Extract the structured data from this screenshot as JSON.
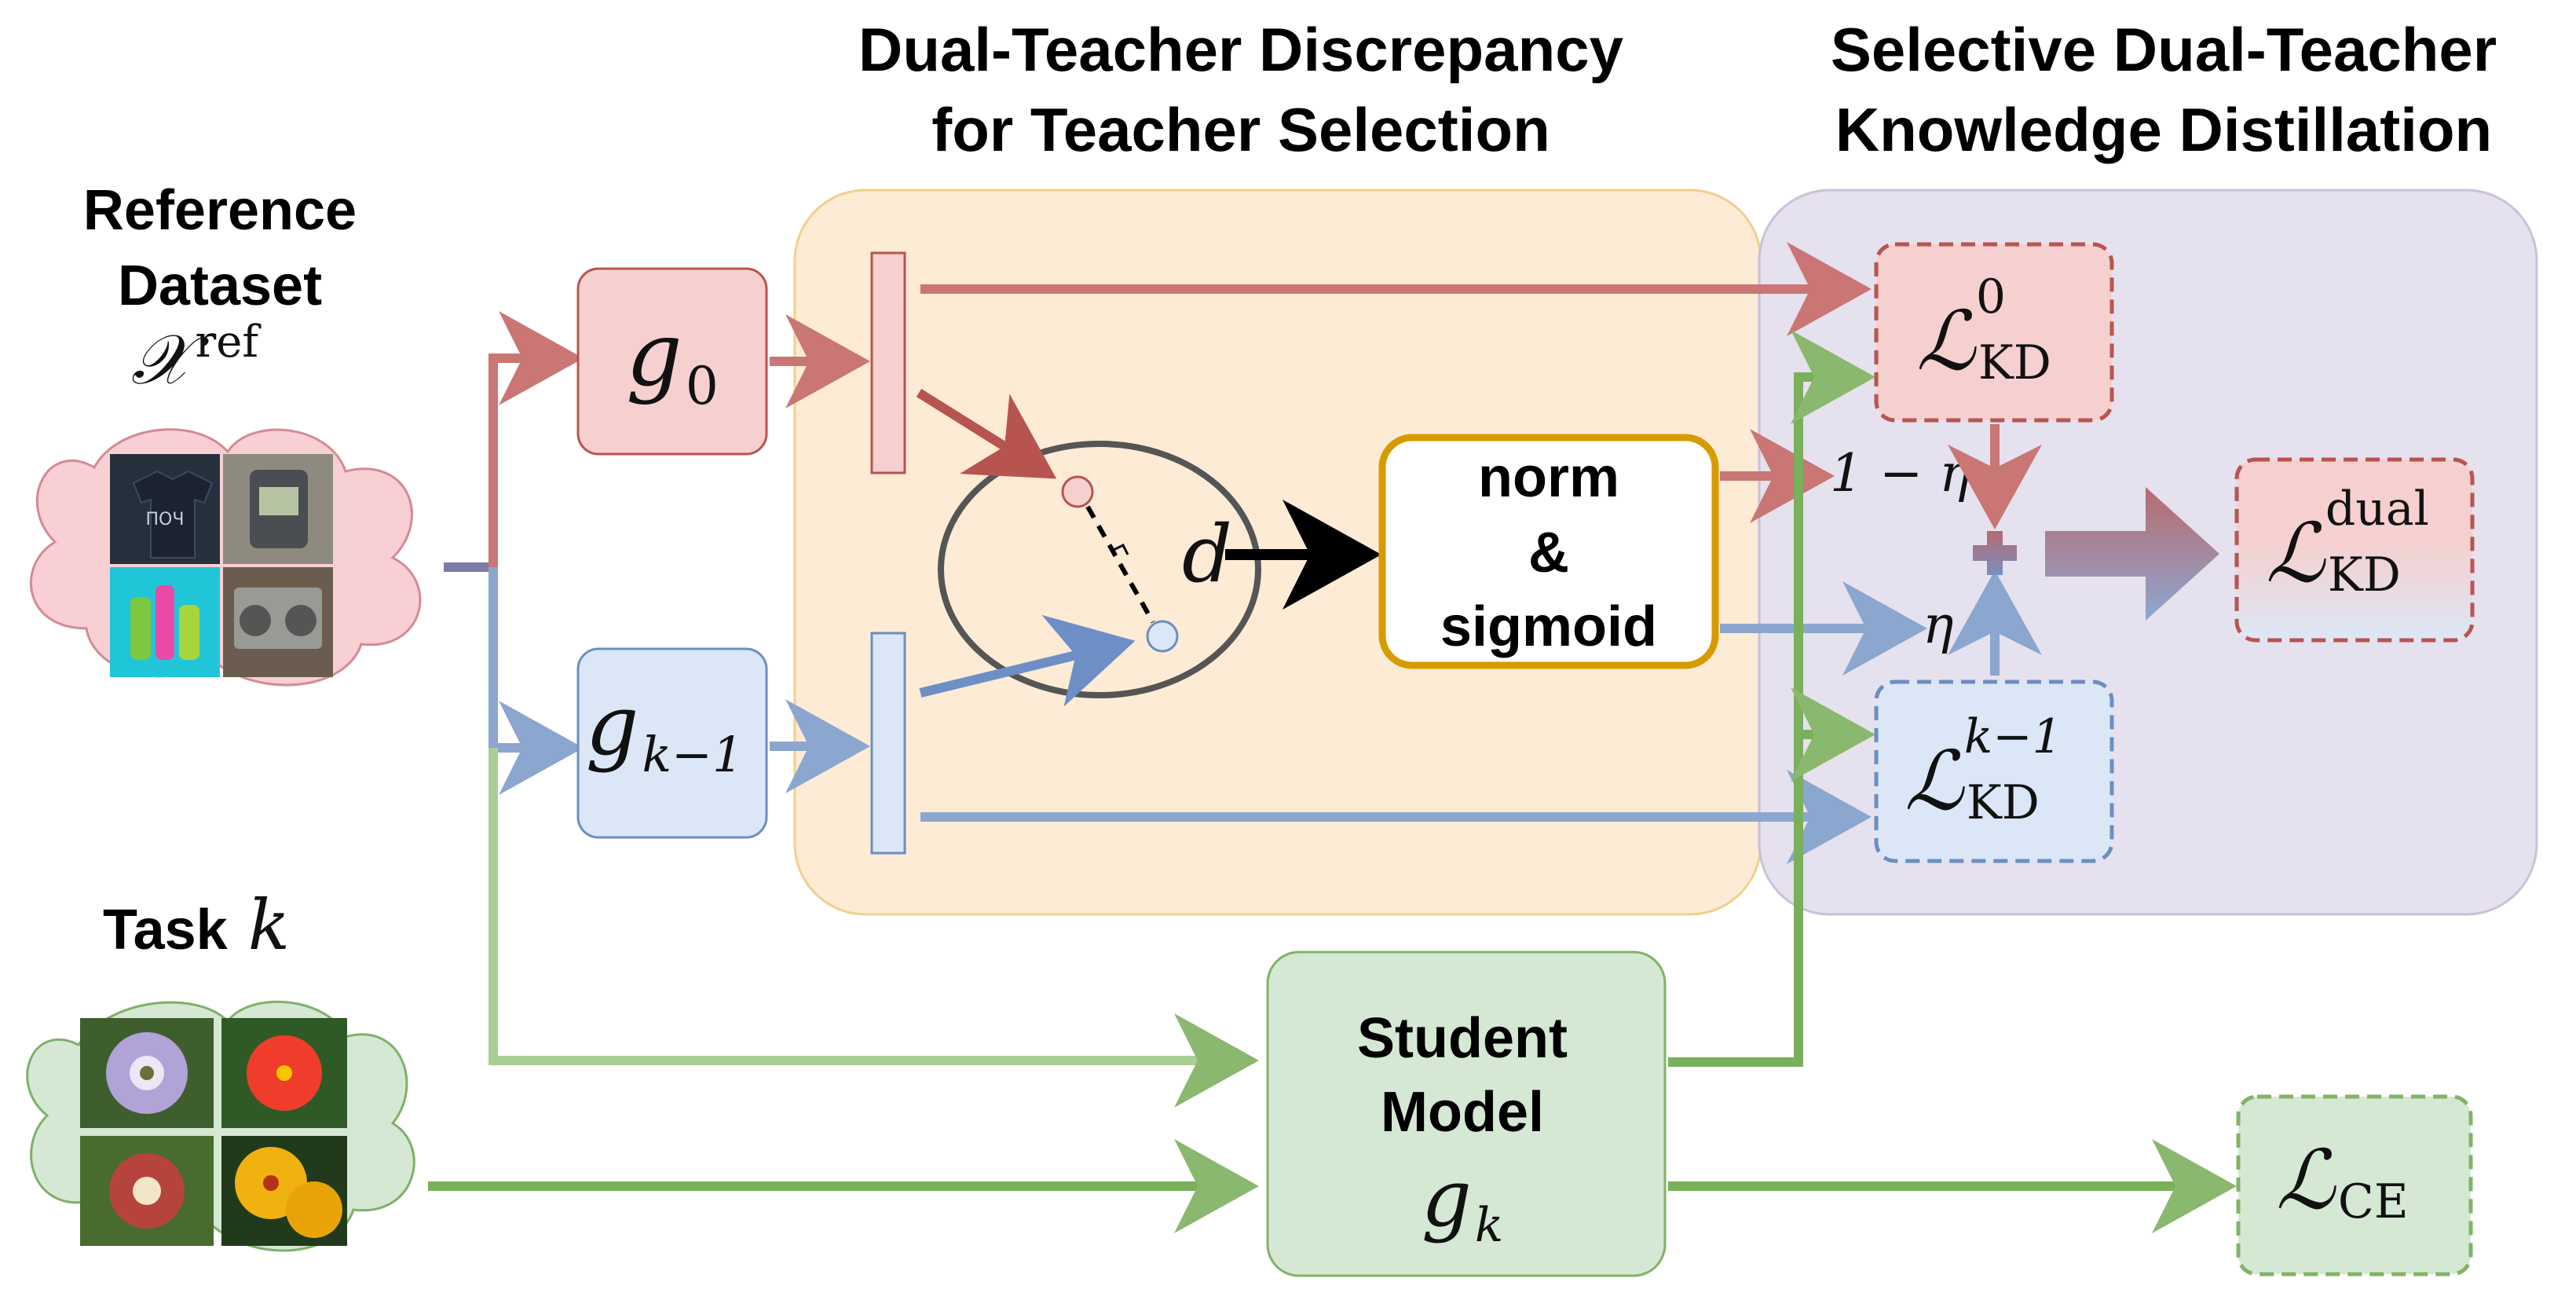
{
  "headers": {
    "discrepancy_line1": "Dual-Teacher Discrepancy",
    "discrepancy_line2": "for Teacher Selection",
    "distillation_line1": "Selective Dual-Teacher",
    "distillation_line2": "Knowledge Distillation"
  },
  "reference": {
    "line1": "Reference",
    "line2": "Dataset",
    "symbol": "𝒳",
    "symbol_sup": "ref"
  },
  "task": {
    "label": "Task",
    "symbol": "k"
  },
  "teachers": {
    "g0": {
      "base": "g",
      "sub": "0"
    },
    "gk1": {
      "base": "g",
      "sub": "k−1"
    }
  },
  "discrepancy": {
    "d": "d"
  },
  "norm_box": {
    "line1": "norm",
    "line2": "&",
    "line3": "sigmoid"
  },
  "weights": {
    "one_minus_eta": "1 − η",
    "eta": "η"
  },
  "losses": {
    "kd0": {
      "base": "ℒ",
      "sub": "KD",
      "sup": "0"
    },
    "kdk1": {
      "base": "ℒ",
      "sub": "KD",
      "sup": "k−1"
    },
    "kddual": {
      "base": "ℒ",
      "sub": "KD",
      "sup": "dual"
    },
    "ce": {
      "base": "ℒ",
      "sub": "CE"
    }
  },
  "student": {
    "line1": "Student",
    "line2": "Model",
    "base": "g",
    "sub": "k"
  },
  "colors": {
    "red_arrow": "#c97675",
    "blue_arrow": "#8ba6cf",
    "green_arrow": "#8ab86e",
    "red_fill": "#f5d0ce",
    "blue_fill": "#dbe7f7",
    "green_fill": "#d5e8d4",
    "orange_panel": "#fdebd6",
    "purple_panel": "#e5e0ee",
    "gold_border": "#d79b00"
  }
}
